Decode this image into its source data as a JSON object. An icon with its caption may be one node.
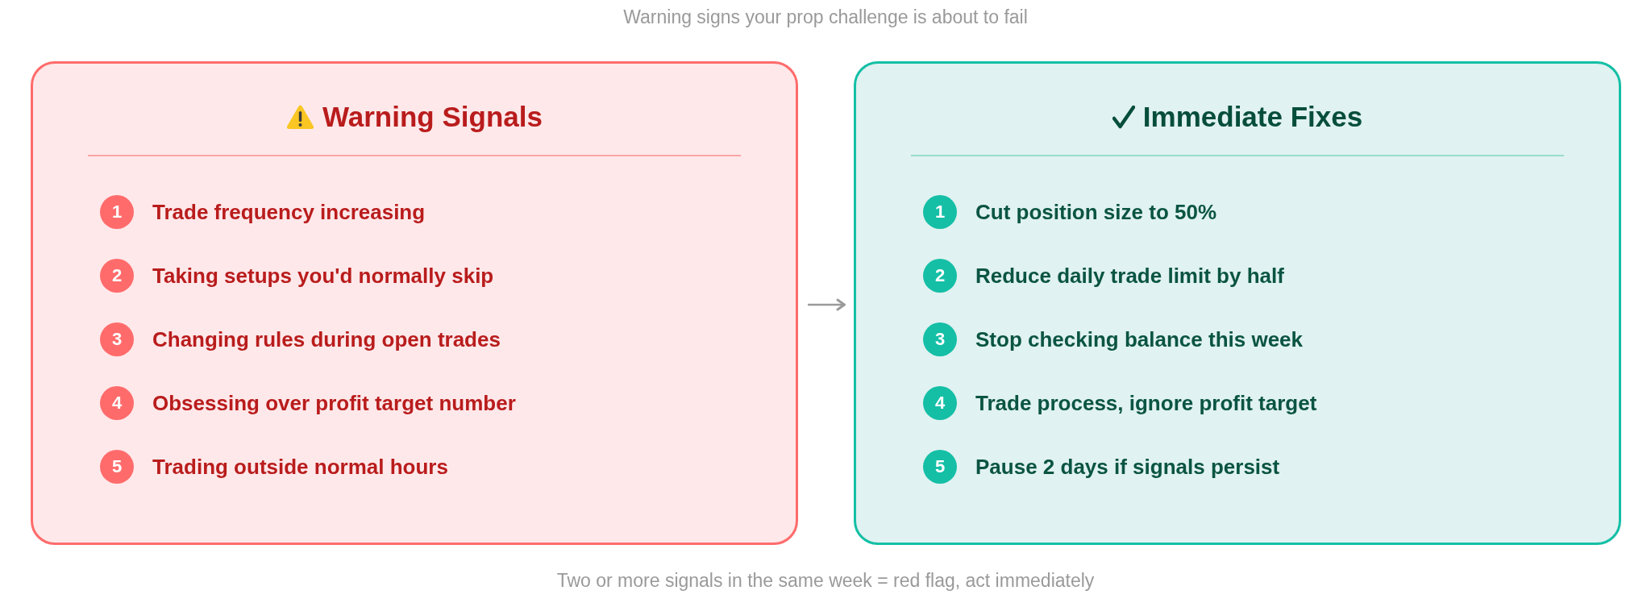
{
  "diagram": {
    "title": "Warning signs your prop challenge is about to fail",
    "caption": "Two or more signals in the same week = red flag, act immediately",
    "nodes": [
      {
        "text": [
          "Warning Signals"
        ]
      },
      {
        "text": [
          "1"
        ],
        "in": 0,
        "beside": [
          "Trade frequency increasing"
        ]
      },
      {
        "text": [
          "2"
        ],
        "in": 0,
        "beside": [
          "Taking setups you'd normally skip"
        ]
      },
      {
        "text": [
          "3"
        ],
        "in": 0,
        "beside": [
          "Changing rules during open trades"
        ]
      },
      {
        "text": [
          "4"
        ],
        "in": 0,
        "beside": [
          "Obsessing over profit target number"
        ]
      },
      {
        "text": [
          "5"
        ],
        "in": 0,
        "beside": [
          "Trading outside normal hours"
        ]
      },
      {
        "text": [
          "Immediate Fixes"
        ]
      },
      {
        "text": [
          "1"
        ],
        "in": 6,
        "beside": [
          "Cut position size to 50%"
        ]
      },
      {
        "text": [
          "2"
        ],
        "in": 6,
        "beside": [
          "Reduce daily trade limit by half"
        ]
      },
      {
        "text": [
          "3"
        ],
        "in": 6,
        "beside": [
          "Stop checking balance this week"
        ]
      },
      {
        "text": [
          "4"
        ],
        "in": 6,
        "beside": [
          "Trade process, ignore profit target"
        ]
      },
      {
        "text": [
          "5"
        ],
        "in": 6,
        "beside": [
          "Pause 2 days if signals persist"
        ]
      }
    ],
    "edges": [
      {
        "from": 0,
        "to": 6,
        "arrow": "to"
      }
    ]
  }
}
